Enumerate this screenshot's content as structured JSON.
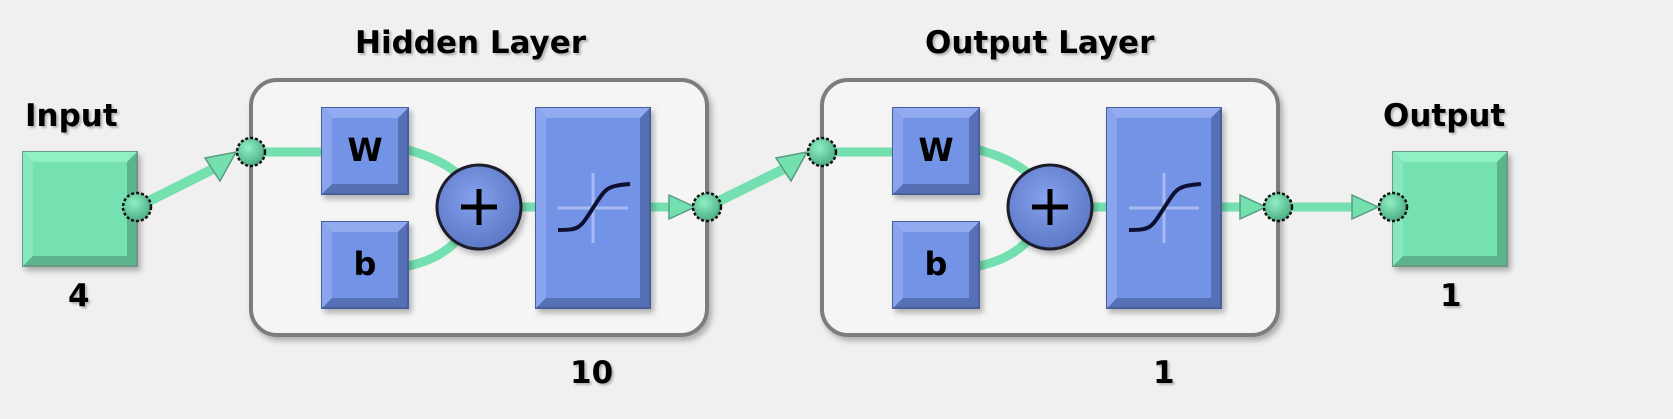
{
  "colors": {
    "background": "#f0f0f0",
    "io_block_fill": "#74e0b0",
    "io_block_dark": "#5bb48c",
    "weight_block_fill": "#7393e6",
    "weight_block_dark": "#566fb5",
    "connector": "#74e0b0",
    "layer_panel": "#f5f5f5",
    "layer_border": "#808080"
  },
  "input": {
    "title": "Input",
    "size": "4"
  },
  "hidden_layer": {
    "title": "Hidden Layer",
    "weight_label": "W",
    "bias_label": "b",
    "sum_icon": "plus-icon",
    "transfer_icon": "sigmoid-icon",
    "size": "10"
  },
  "output_layer": {
    "title": "Output Layer",
    "weight_label": "W",
    "bias_label": "b",
    "sum_icon": "plus-icon",
    "transfer_icon": "sigmoid-icon",
    "size": "1"
  },
  "output": {
    "title": "Output",
    "size": "1"
  }
}
